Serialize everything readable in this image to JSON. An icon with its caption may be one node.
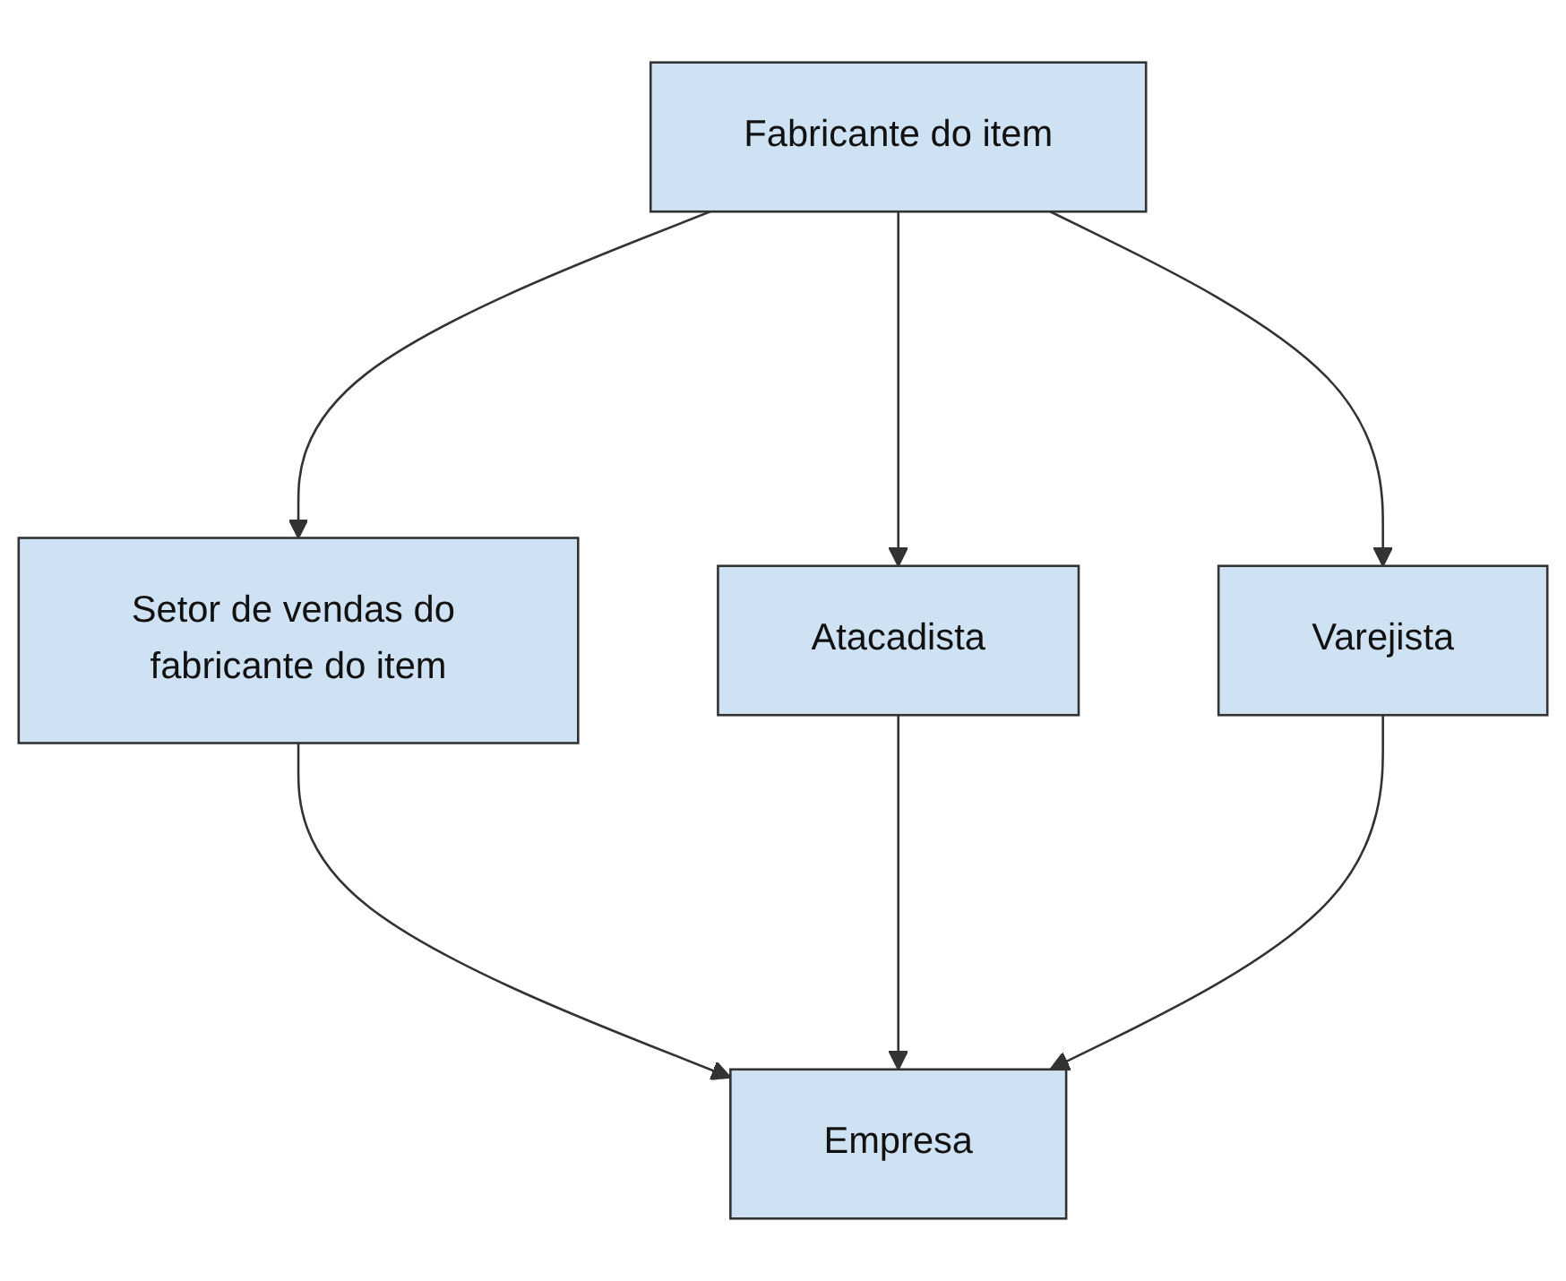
{
  "diagram": {
    "nodes": [
      {
        "text": [
          "Fabricante do item"
        ]
      },
      {
        "text": [
          "Setor de vendas do fabricante do item"
        ]
      },
      {
        "text": [
          "Atacadista"
        ]
      },
      {
        "text": [
          "Varejista"
        ]
      },
      {
        "text": [
          "Empresa"
        ]
      }
    ],
    "edges": [
      {
        "from": 0,
        "to": 1,
        "arrow": "to"
      },
      {
        "from": 0,
        "to": 2,
        "arrow": "to"
      },
      {
        "from": 0,
        "to": 3,
        "arrow": "to"
      },
      {
        "from": 1,
        "to": 4,
        "arrow": "to"
      },
      {
        "from": 2,
        "to": 4,
        "arrow": "to"
      },
      {
        "from": 3,
        "to": 4,
        "arrow": "to"
      }
    ]
  }
}
